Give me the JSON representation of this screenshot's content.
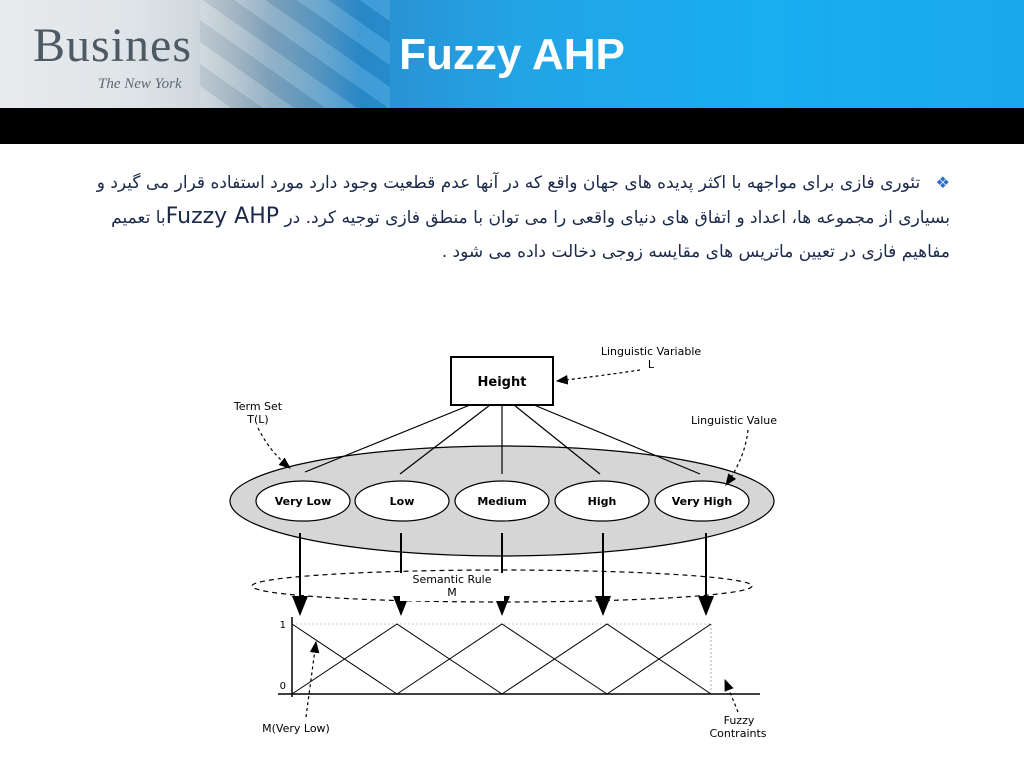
{
  "slide": {
    "title": "Fuzzy AHP",
    "banner": {
      "masthead": "Busines",
      "masthead_sub": "The New York"
    }
  },
  "content": {
    "bullet_icon": "diamond-bullet-icon",
    "paragraph_part1": "تئوری فازی برای مواجهه با اکثر پدیده های جهان واقع که در آنها عدم قطعیت وجود دارد مورد استفاده قرار می گیرد و بسیاری از مجموعه ها، اعداد و اتفاق های دنیای واقعی را می توان با منطق فازی توجیه کرد. در",
    "paragraph_latin": "Fuzzy AHP",
    "paragraph_part2": "با تعمیم مفاهیم فازی در تعیین ماتریس های مقایسه زوجی دخالت داده می شود ."
  },
  "diagram": {
    "variable": "Height",
    "linguistic_variable_label": "Linguistic Variable",
    "linguistic_variable_symbol": "L",
    "term_set_label": "Term Set",
    "term_set_symbol": "T(L)",
    "linguistic_value_label": "Linguistic Value",
    "terms": [
      "Very Low",
      "Low",
      "Medium",
      "High",
      "Very High"
    ],
    "semantic_rule_label": "Semantic Rule",
    "semantic_rule_symbol": "M",
    "membership_max": "1",
    "membership_min": "0",
    "membership_label": "M(Very Low)",
    "fuzzy_label": "Fuzzy",
    "constraints_label": "Contraints"
  }
}
